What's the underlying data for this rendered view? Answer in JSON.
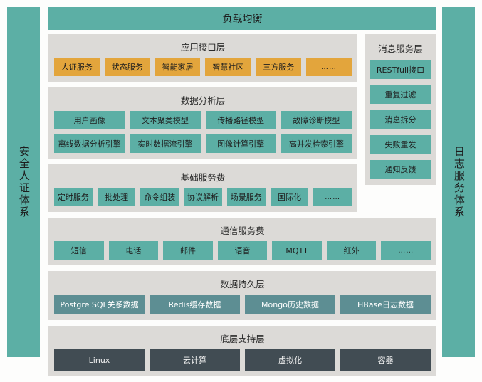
{
  "colors": {
    "teal": "#5cafa5",
    "orange": "#e3a53c",
    "steel": "#5d8e93",
    "dark": "#414c53",
    "panel_bg": "#dcdad7",
    "page_bg": "#fdfdfc"
  },
  "sidebars": {
    "left": {
      "label": "安全人证体系"
    },
    "right": {
      "label": "日志服务体系"
    }
  },
  "top_band": {
    "label": "负载均衡"
  },
  "layers": [
    {
      "id": "application-interface-layer",
      "title": "应用接口层",
      "style": "orange",
      "rows": [
        [
          "人证服务",
          "状态服务",
          "智能家居",
          "智慧社区",
          "三方服务",
          "……"
        ]
      ]
    },
    {
      "id": "data-analysis-layer",
      "title": "数据分析层",
      "style": "teal",
      "rows": [
        [
          "用户画像",
          "文本聚类模型",
          "传播路径模型",
          "故障诊断模型"
        ],
        [
          "离线数据分析引擎",
          "实时数据流引擎",
          "图像计算引擎",
          "高并发检索引擎"
        ]
      ]
    },
    {
      "id": "basic-service-layer",
      "title": "基础服务费",
      "style": "teal",
      "rows": [
        [
          "定时服务",
          "批处理",
          "命令组装",
          "协议解析",
          "场景服务",
          "国际化",
          "……"
        ]
      ]
    },
    {
      "id": "communication-service-layer",
      "title": "通信服务费",
      "style": "teal",
      "rows": [
        [
          "短信",
          "电话",
          "邮件",
          "语音",
          "MQTT",
          "红外",
          "……"
        ]
      ]
    },
    {
      "id": "data-persistence-layer",
      "title": "数据持久层",
      "style": "steel",
      "rows": [
        [
          "Postgre SQL关系数据",
          "Redis缓存数据",
          "Mongo历史数据",
          "HBase日志数据"
        ]
      ]
    },
    {
      "id": "infrastructure-support-layer",
      "title": "底层支持层",
      "style": "dark",
      "rows": [
        [
          "Linux",
          "云计算",
          "虚拟化",
          "容器"
        ]
      ]
    }
  ],
  "message_service": {
    "title": "消息服务层",
    "items": [
      "RESTfull接口",
      "重复过滤",
      "消息拆分",
      "失败重发",
      "通知反馈"
    ]
  }
}
